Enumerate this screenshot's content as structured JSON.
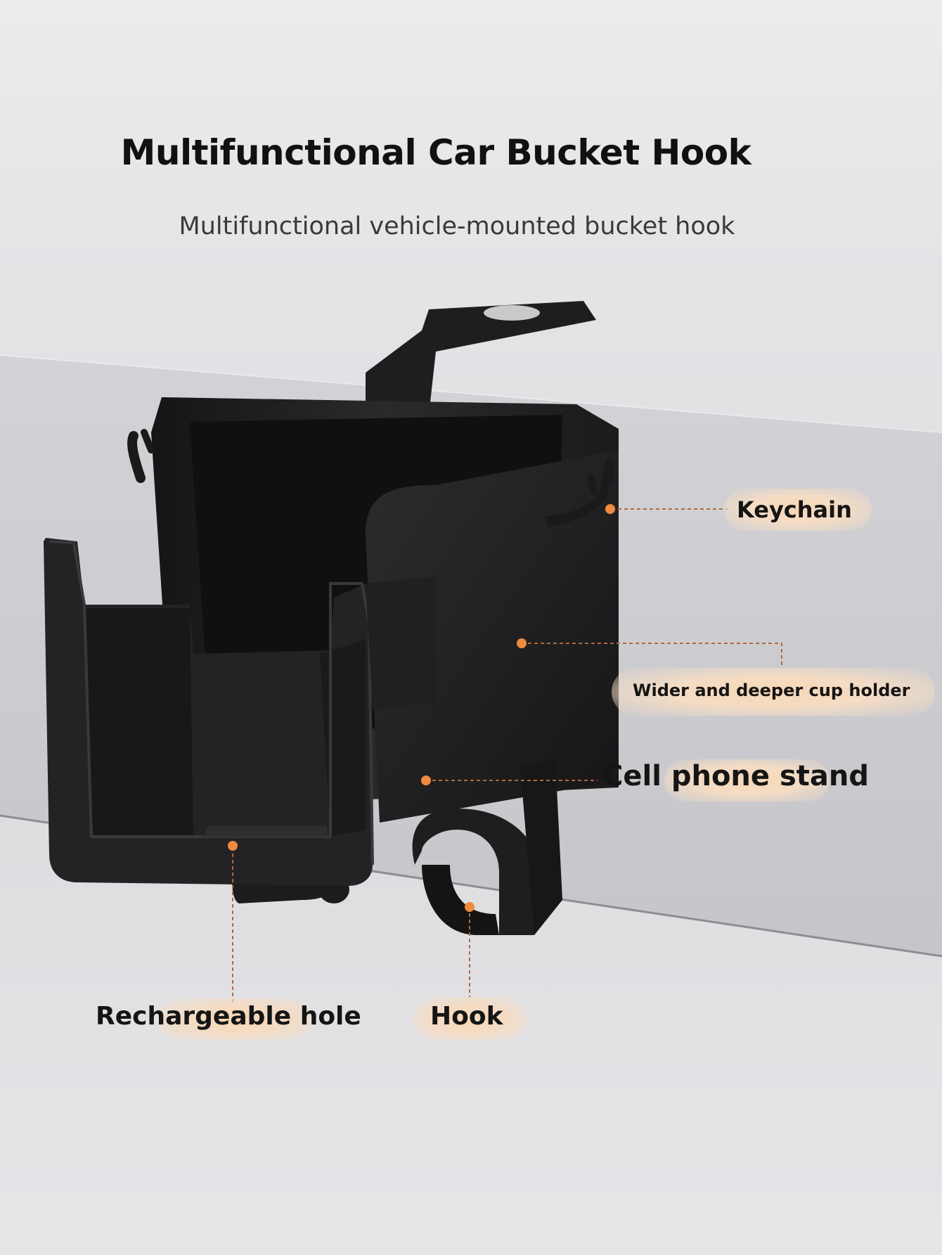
{
  "heading": {
    "title": "Multifunctional Car Bucket Hook",
    "subtitle": "Multifunctional vehicle-mounted bucket hook"
  },
  "callouts": {
    "keychain": "Keychain",
    "cup_holder": "Wider and deeper cup holder",
    "phone_stand": "Cell phone stand",
    "recharge_hole": "Rechargeable hole",
    "hook": "Hook"
  },
  "colors": {
    "accent_dot": "#f08a3c",
    "product_black": "#1c1c1e",
    "label_glow": "#f6d5b3"
  }
}
